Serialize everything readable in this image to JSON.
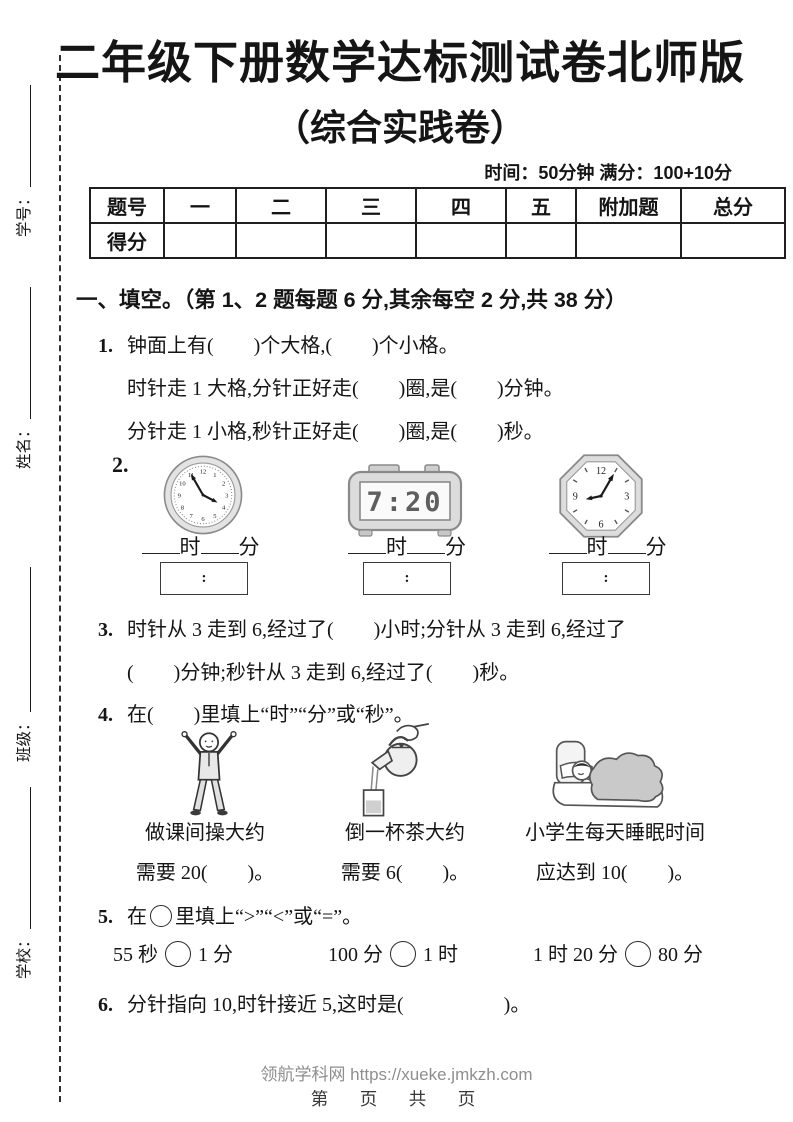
{
  "page": {
    "title": "二年级下册数学达标测试卷北师版",
    "subtitle": "（综合实践卷）",
    "meta": "时间：50分钟  满分：100+10分"
  },
  "margin_fields": [
    {
      "label": "学号："
    },
    {
      "label": "姓名："
    },
    {
      "label": "班级："
    },
    {
      "label": "学校："
    }
  ],
  "score_table": {
    "columns": [
      "题号",
      "一",
      "二",
      "三",
      "四",
      "五",
      "附加题",
      "总分"
    ],
    "row_label": "得分"
  },
  "section_one": {
    "heading": "一、填空。（第 1、2 题每题 6 分,其余每空 2 分,共 38 分）",
    "q1": {
      "num": "1.",
      "line1": "钟面上有(　　)个大格,(　　)个小格。",
      "line2": "时针走 1 大格,分针正好走(　　)圈,是(　　)分钟。",
      "line3": "分针走 1 小格,秒针正好走(　　)圈,是(　　)秒。"
    },
    "q2": {
      "num": "2.",
      "hour_label": "时",
      "minute_label": "分",
      "box_colon": ":",
      "clocks": [
        {
          "kind": "round-analog",
          "hour_hand_at": 3.9,
          "minute_hand_at": 11,
          "dial": [
            "1",
            "2",
            "3",
            "4",
            "5",
            "6",
            "7",
            "8",
            "9",
            "10",
            "11",
            "12"
          ]
        },
        {
          "kind": "digital",
          "display": "7:20"
        },
        {
          "kind": "octagon-analog",
          "hour_hand_at": 8.6,
          "minute_hand_at": 1,
          "dial": [
            "12",
            "3",
            "6",
            "9"
          ]
        }
      ]
    },
    "q3": {
      "num": "3.",
      "line1": "时针从 3 走到 6,经过了(　　)小时;分针从 3 走到 6,经过了",
      "line2": "(　　)分钟;秒针从 3 走到 6,经过了(　　)秒。"
    },
    "q4": {
      "num": "4.",
      "text": "在(　　)里填上“时”“分”或“秒”。",
      "items": [
        {
          "figure": "exercising-boy",
          "caption": "做课间操大约",
          "caption2": "需要 20(　　)。"
        },
        {
          "figure": "pouring-tea",
          "caption": "倒一杯茶大约",
          "caption2": "需要 6(　　)。"
        },
        {
          "figure": "sleeping-child",
          "caption": "小学生每天睡眠时间",
          "caption2": "应达到 10(　　)。"
        }
      ]
    },
    "q5": {
      "num": "5.",
      "prefix": "在",
      "suffix": "里填上“>”“<”或“=”。",
      "items": [
        {
          "left": "55 秒",
          "right": "1 分"
        },
        {
          "left": "100 分",
          "right": "1 时"
        },
        {
          "left": "1 时 20 分",
          "right": "80 分"
        }
      ]
    },
    "q6": {
      "num": "6.",
      "text": "分针指向 10,时针接近 5,这时是(　　　　　)。"
    }
  },
  "footer": {
    "site": "领航学科网 https://xueke.jmkzh.com",
    "page_info": "第　页　共　页"
  }
}
